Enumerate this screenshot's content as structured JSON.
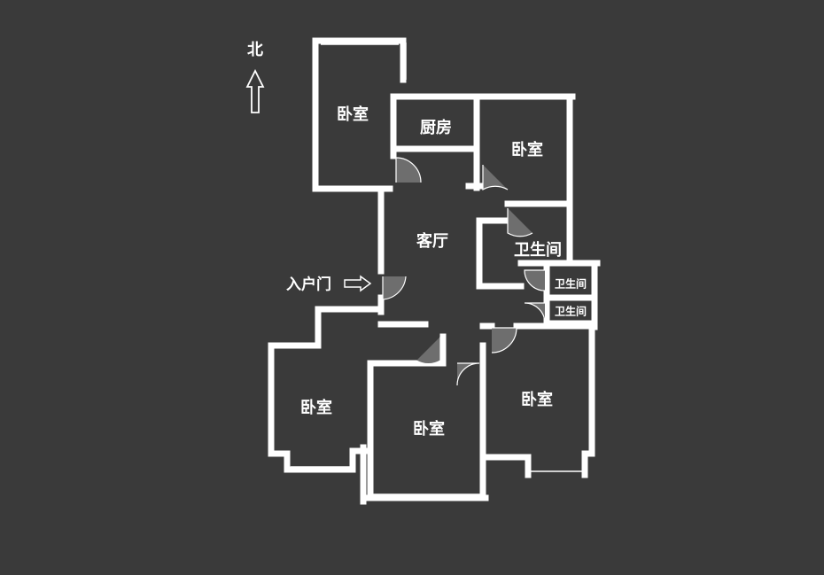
{
  "plan": {
    "north_label": "北",
    "entrance_label": "入户门",
    "rooms": {
      "bedroom_nw": "卧室",
      "kitchen": "厨房",
      "bedroom_ne": "卧室",
      "living": "客厅",
      "bath_main": "卫生间",
      "bath_small_1": "卫生间",
      "bath_small_2": "卫生间",
      "bedroom_sw": "卧室",
      "bedroom_s": "卧室",
      "bedroom_se": "卧室"
    },
    "colors": {
      "background": "#3a3a3a",
      "wall": "#ffffff",
      "door": "#6e6e6e",
      "text": "#ffffff"
    }
  }
}
